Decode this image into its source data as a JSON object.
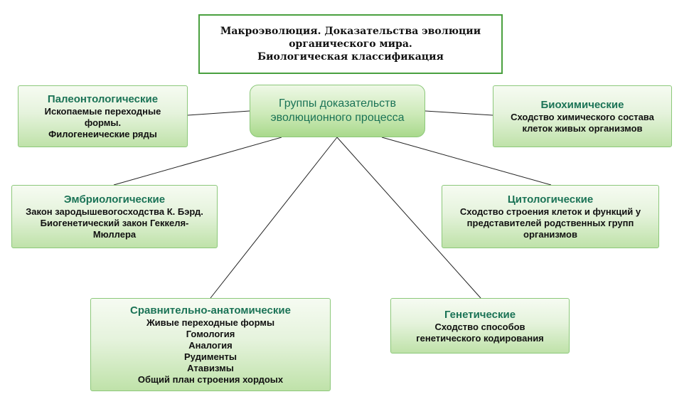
{
  "title": {
    "lines": [
      "Макроэволюция. Доказательства эволюции",
      "органического мира.",
      "Биологическая классификация"
    ]
  },
  "center": {
    "lines": [
      "Группы доказательств",
      "эволюционного процесса"
    ]
  },
  "nodes": {
    "paleo": {
      "heading": "Палеонтологические",
      "lines": [
        "Ископаемые переходные",
        "формы.",
        "Филогенеические ряды"
      ]
    },
    "biochem": {
      "heading": "Биохимические",
      "lines": [
        "Сходство химического состава",
        "клеток живых организмов"
      ]
    },
    "embryo": {
      "heading": "Эмбриологические",
      "lines": [
        "Закон зародышевогосходства К. Бэрд.",
        "Биогенетический закон Геккеля-",
        "Мюллера"
      ]
    },
    "cyto": {
      "heading": "Цитологические",
      "lines": [
        "Сходство строения клеток и функций у",
        "представителей родственных групп",
        "организмов"
      ]
    },
    "anat": {
      "heading": "Сравнительно-анатомические",
      "lines": [
        "Живые переходные формы",
        "Гомология",
        "Аналогия",
        "Рудименты",
        "Атавизмы",
        "Общий план строения хордоых"
      ]
    },
    "genet": {
      "heading": "Генетические",
      "lines": [
        "Сходство способов",
        "генетического кодирования"
      ]
    }
  },
  "colors": {
    "heading_text": "#1b7356",
    "box_border": "#8cc87a",
    "title_border": "#4aa03f",
    "connector": "#222222"
  }
}
